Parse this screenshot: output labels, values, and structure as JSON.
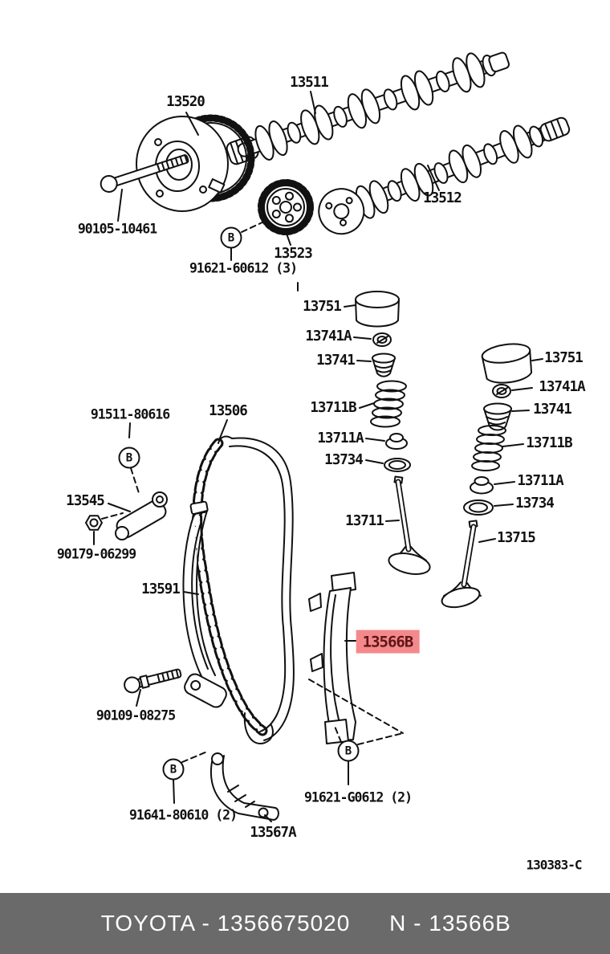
{
  "doc": {
    "drawing_number": "130383-C"
  },
  "footer": {
    "left_text": "TOYOTA - 1356675020",
    "right_text": "N - 13566B",
    "bar_color": "#6a6a6a",
    "text_color": "#ffffff"
  },
  "highlight": {
    "part_number": "13566B",
    "bg_color": "#f4898b",
    "text_color": "#5f1517"
  },
  "callouts": [
    {
      "letter": "B"
    },
    {
      "letter": "B"
    },
    {
      "letter": "B"
    },
    {
      "letter": "B"
    }
  ],
  "labels": [
    {
      "part_number": "13520"
    },
    {
      "part_number": "13511"
    },
    {
      "part_number": "13512"
    },
    {
      "part_number": "90105-10461"
    },
    {
      "part_number": "13523"
    },
    {
      "part_number": "91621-60612 (3)"
    },
    {
      "part_number": "13751"
    },
    {
      "part_number": "13741A"
    },
    {
      "part_number": "13741"
    },
    {
      "part_number": "13711B"
    },
    {
      "part_number": "13711A"
    },
    {
      "part_number": "13734"
    },
    {
      "part_number": "13711"
    },
    {
      "part_number": "13751"
    },
    {
      "part_number": "13741A"
    },
    {
      "part_number": "13741"
    },
    {
      "part_number": "13711B"
    },
    {
      "part_number": "13711A"
    },
    {
      "part_number": "13734"
    },
    {
      "part_number": "13715"
    },
    {
      "part_number": "91511-80616"
    },
    {
      "part_number": "13506"
    },
    {
      "part_number": "13545"
    },
    {
      "part_number": "90179-06299"
    },
    {
      "part_number": "13591"
    },
    {
      "part_number": "90109-08275"
    },
    {
      "part_number": "91641-80610 (2)"
    },
    {
      "part_number": "13567A"
    },
    {
      "part_number": "91621-G0612 (2)"
    }
  ]
}
